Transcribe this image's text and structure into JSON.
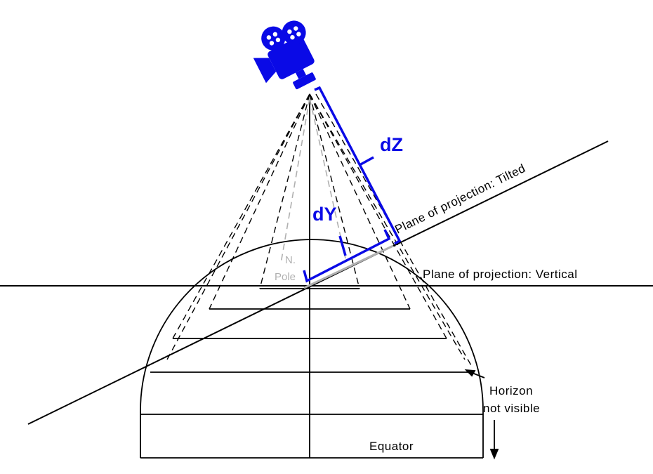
{
  "labels": {
    "tilted": "Plane of projection:  Tilted",
    "vertical": "Plane of projection:  Vertical",
    "horizon_line1": "Horizon",
    "horizon_line2": "not visible",
    "equator": "Equator",
    "pole_n": "N.",
    "pole_word": "Pole",
    "dz": "dZ",
    "dy": "dY"
  },
  "colors": {
    "ink": "#000000",
    "blue": "#0a0ae6",
    "gray": "#b0b0b0",
    "background": "#ffffff"
  },
  "icons": {
    "camera": "movie-camera-icon"
  }
}
